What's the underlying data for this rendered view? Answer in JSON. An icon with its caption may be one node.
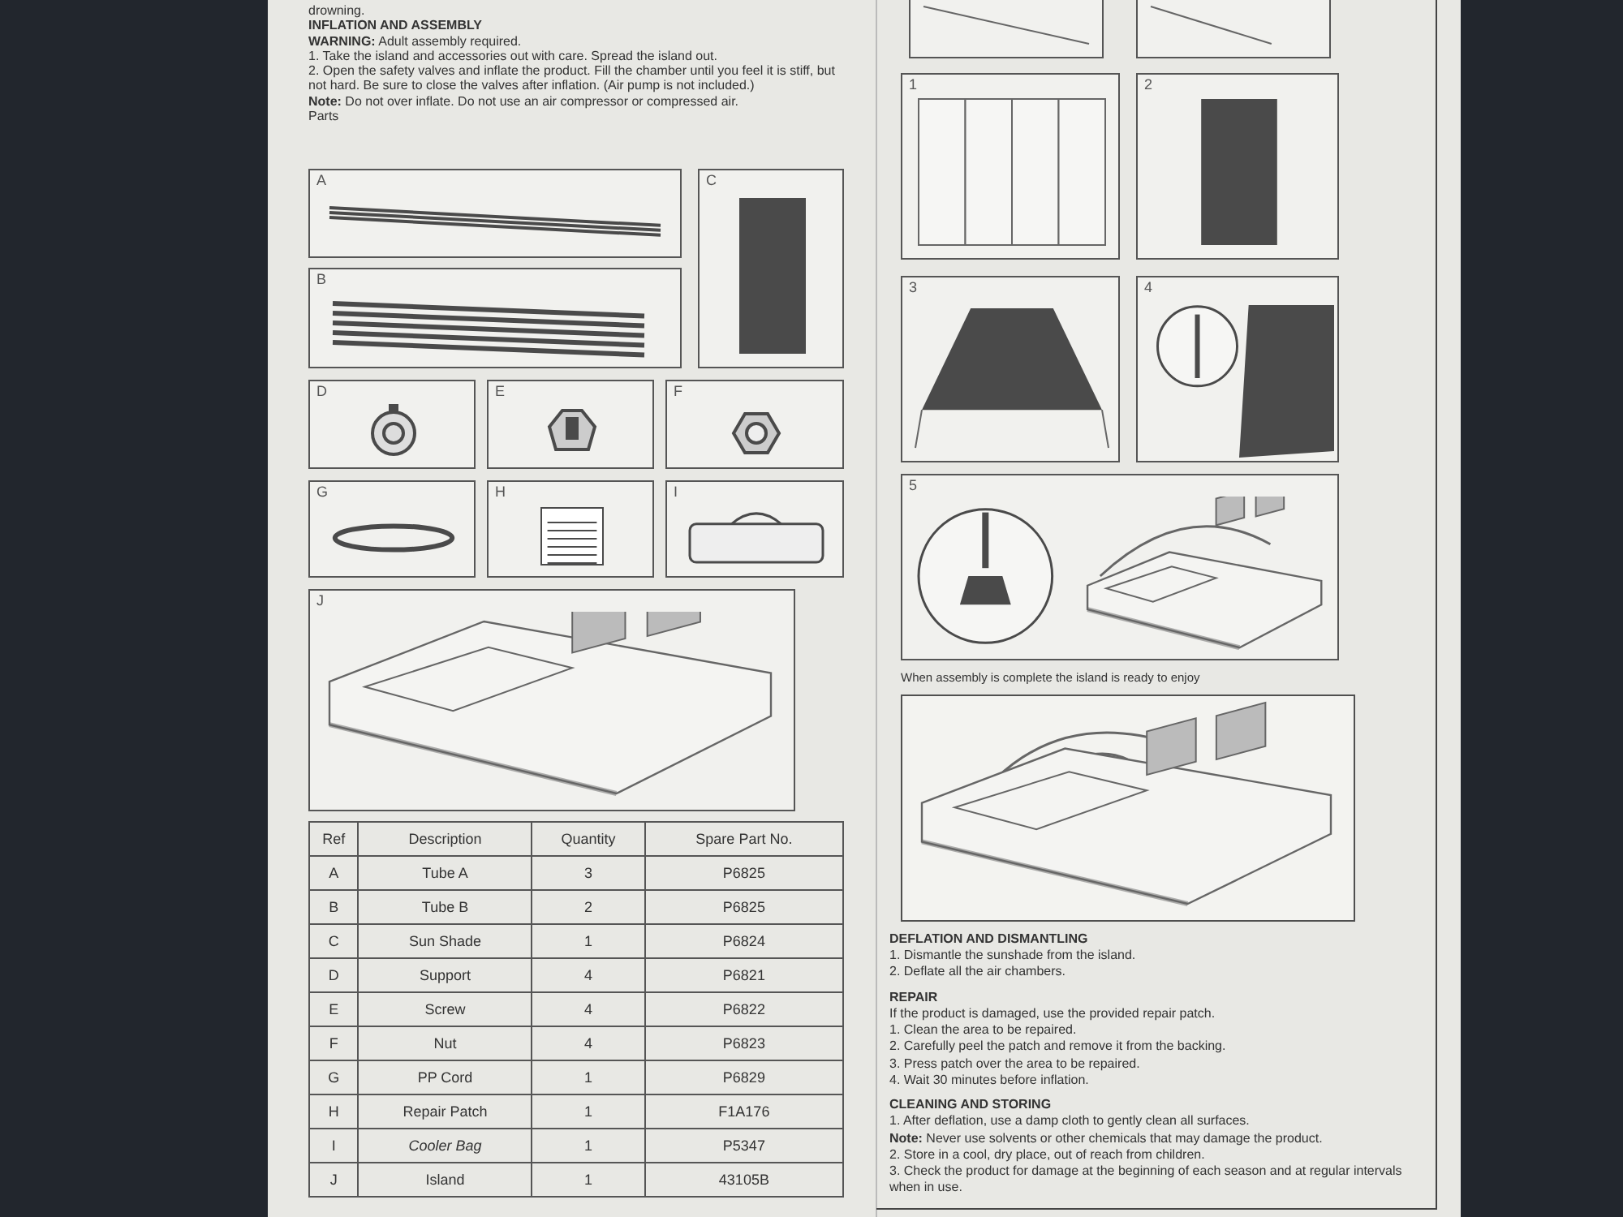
{
  "diagram": {
    "nodes": [
      {
        "text": [
          "A"
        ]
      },
      {
        "text": [
          "B"
        ]
      },
      {
        "text": [
          "C"
        ]
      },
      {
        "text": [
          "D"
        ]
      },
      {
        "text": [
          "E"
        ]
      },
      {
        "text": [
          "F"
        ]
      },
      {
        "text": [
          "G"
        ]
      },
      {
        "text": [
          "H"
        ]
      },
      {
        "text": [
          "I"
        ]
      },
      {
        "text": [
          "J"
        ]
      },
      {
        "text": [],
        "shape": "box"
      },
      {
        "text": [],
        "shape": "box"
      },
      {
        "text": [
          "1"
        ]
      },
      {
        "text": [
          "2"
        ]
      },
      {
        "text": [
          "3"
        ]
      },
      {
        "text": [
          "4"
        ]
      },
      {
        "text": [
          "5"
        ]
      },
      {
        "text": [],
        "shape": "picture"
      }
    ],
    "edges": [],
    "labels": [
      "drowning.",
      "INFLATION AND ASSEMBLY",
      "**WARNING:** Adult assembly required.",
      "1. Take the island and accessories out with care. Spread the island out.",
      "2. Open the safety valves and inflate the product. Fill the chamber until you feel it is stiff, but not hard. Be sure to close the valves after inflation. (Air pump is not included.)",
      "**Note:** Do not over inflate. Do not use an air compressor or compressed air.",
      "Parts",
      "Ref",
      "Description",
      "Quantity",
      "Spare Part No.",
      "A",
      "Tube A",
      "3",
      "P6825",
      "B",
      "Tube B",
      "2",
      "P6825",
      "C",
      "Sun Shade",
      "1",
      "P6824",
      "D",
      "Support",
      "4",
      "P6821",
      "E",
      "Screw",
      "4",
      "P6822",
      "F",
      "Nut",
      "4",
      "P6823",
      "G",
      "PP Cord",
      "1",
      "P6829",
      "H",
      "Repair Patch",
      "1",
      "F1A176",
      "I",
      "Cooler Bag",
      "1",
      "P5347",
      "J",
      "Island",
      "1",
      "43105B",
      "When assembly is complete the island is ready to enjoy",
      "DEFLATION AND DISMANTLING",
      "1. Dismantle the sunshade from the island.",
      "2. Deflate all the air chambers.",
      "REPAIR",
      "If the product is damaged, use the provided repair patch.",
      "1. Clean the area to be repaired.",
      "2. Carefully peel the patch and remove it from the backing.",
      "3. Press patch over the area to be repaired.",
      "4. Wait 30 minutes before inflation.",
      "CLEANING AND STORING",
      "1. After deflation, use a damp cloth to gently clean all surfaces.",
      "**Note:** Never use solvents or other chemicals that may damage the product.",
      "2. Store in a cool, dry place, out of reach from children.",
      "3. Check the product for damage at the beginning of each season and at regular intervals when in use."
    ]
  }
}
